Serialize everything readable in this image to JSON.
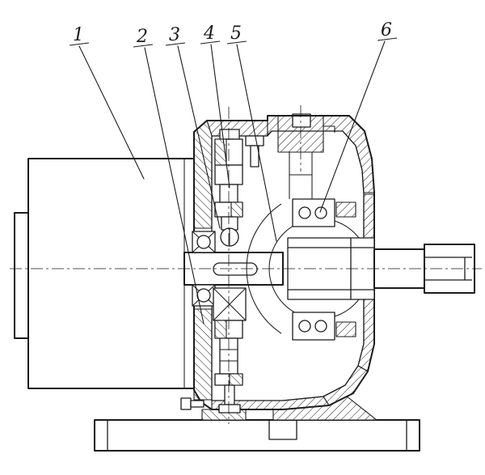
{
  "figure": {
    "background": "#ffffff",
    "ink": "#1b1b1b",
    "callouts": [
      {
        "label": "1"
      },
      {
        "label": "2"
      },
      {
        "label": "3"
      },
      {
        "label": "4"
      },
      {
        "label": "5"
      },
      {
        "label": "6"
      }
    ]
  }
}
